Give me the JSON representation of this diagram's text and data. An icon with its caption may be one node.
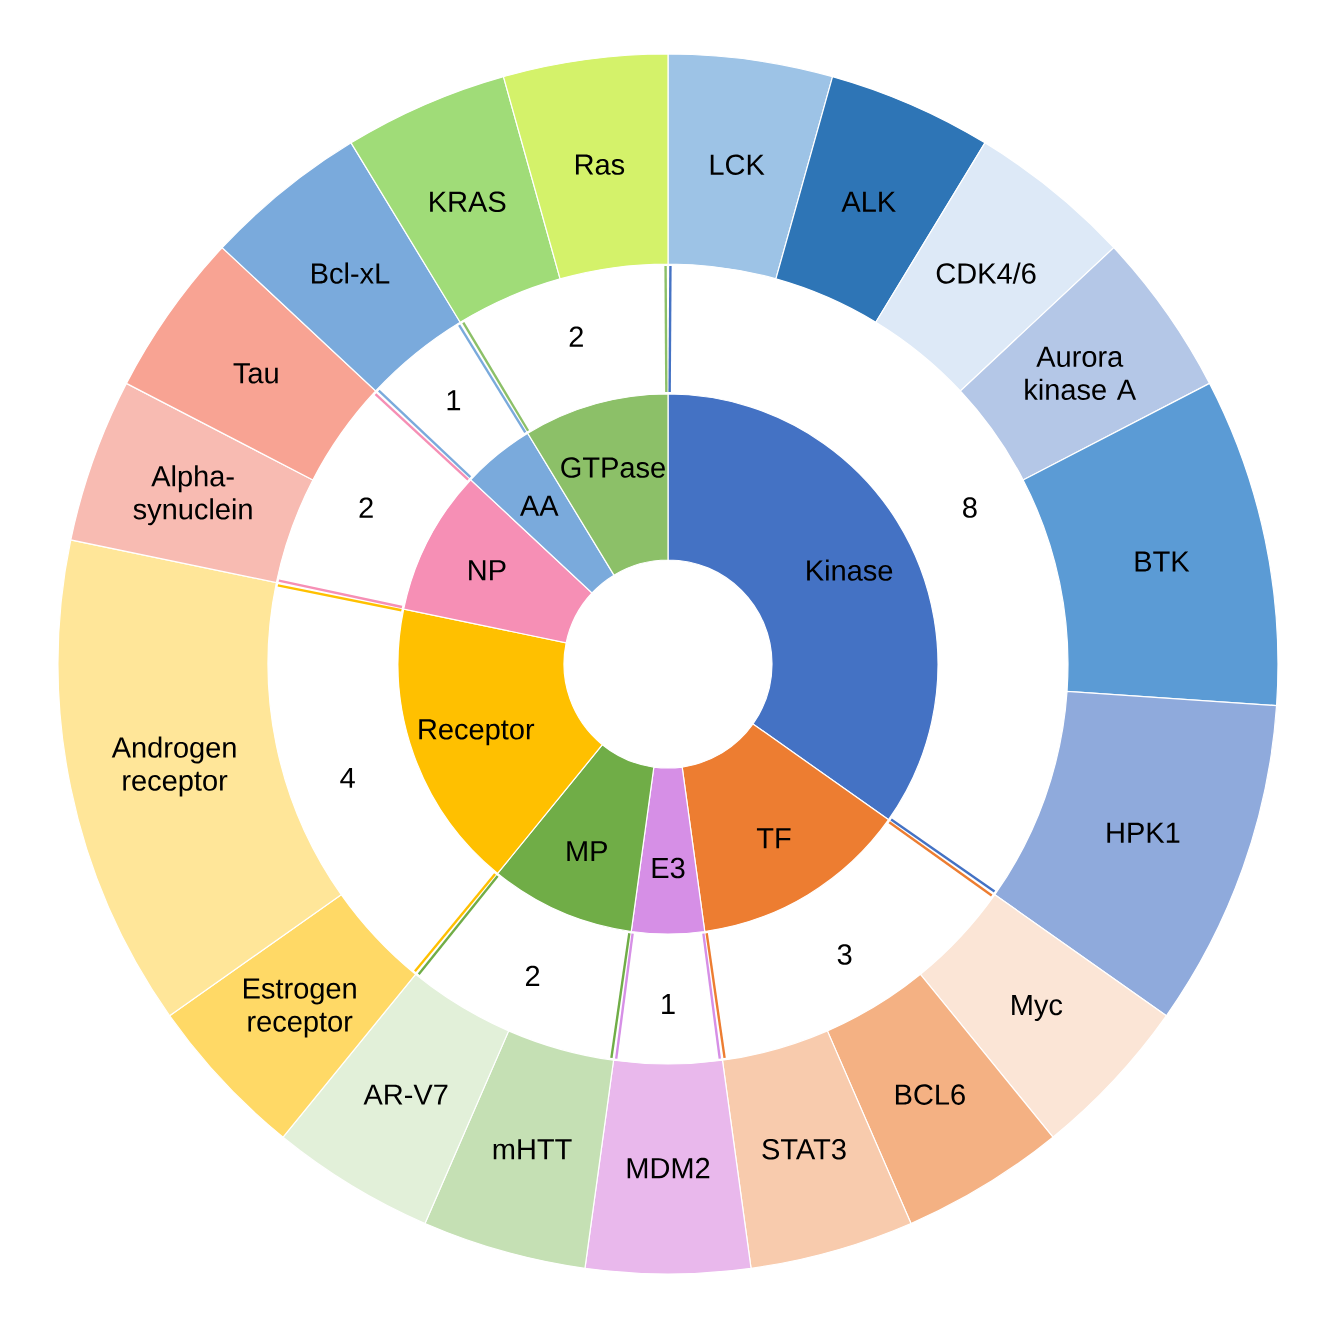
{
  "diagram": {
    "nodes": [
      {
        "text": [
          "Kinase"
        ]
      },
      {
        "text": [
          "TF"
        ]
      },
      {
        "text": [
          "E3"
        ]
      },
      {
        "text": [
          "MP"
        ]
      },
      {
        "text": [
          "Receptor"
        ]
      },
      {
        "text": [
          "NP"
        ]
      },
      {
        "text": [
          "AA"
        ]
      },
      {
        "text": [
          "GTPase"
        ]
      },
      {
        "text": [
          "LCK"
        ]
      },
      {
        "text": [
          "ALK"
        ]
      },
      {
        "text": [
          "CDK4/6"
        ]
      },
      {
        "text": [
          "Aurora kinase A"
        ]
      },
      {
        "text": [
          "BTK"
        ]
      },
      {
        "text": [
          "HPK1"
        ]
      },
      {
        "text": [
          "Myc"
        ]
      },
      {
        "text": [
          "BCL6"
        ]
      },
      {
        "text": [
          "STAT3"
        ]
      },
      {
        "text": [
          "MDM2"
        ]
      },
      {
        "text": [
          "mHTT"
        ]
      },
      {
        "text": [
          "AR-V7"
        ]
      },
      {
        "text": [
          "Estrogen receptor"
        ]
      },
      {
        "text": [
          "Androgen receptor"
        ]
      },
      {
        "text": [
          "Alpha-synuclein"
        ]
      },
      {
        "text": [
          "Tau"
        ]
      },
      {
        "text": [
          "Bcl-xL"
        ]
      },
      {
        "text": [
          "KRAS"
        ]
      },
      {
        "text": [
          "Ras"
        ]
      }
    ],
    "labels": [
      "8",
      "3",
      "1",
      "2",
      "4",
      "2",
      "1",
      "2"
    ]
  }
}
